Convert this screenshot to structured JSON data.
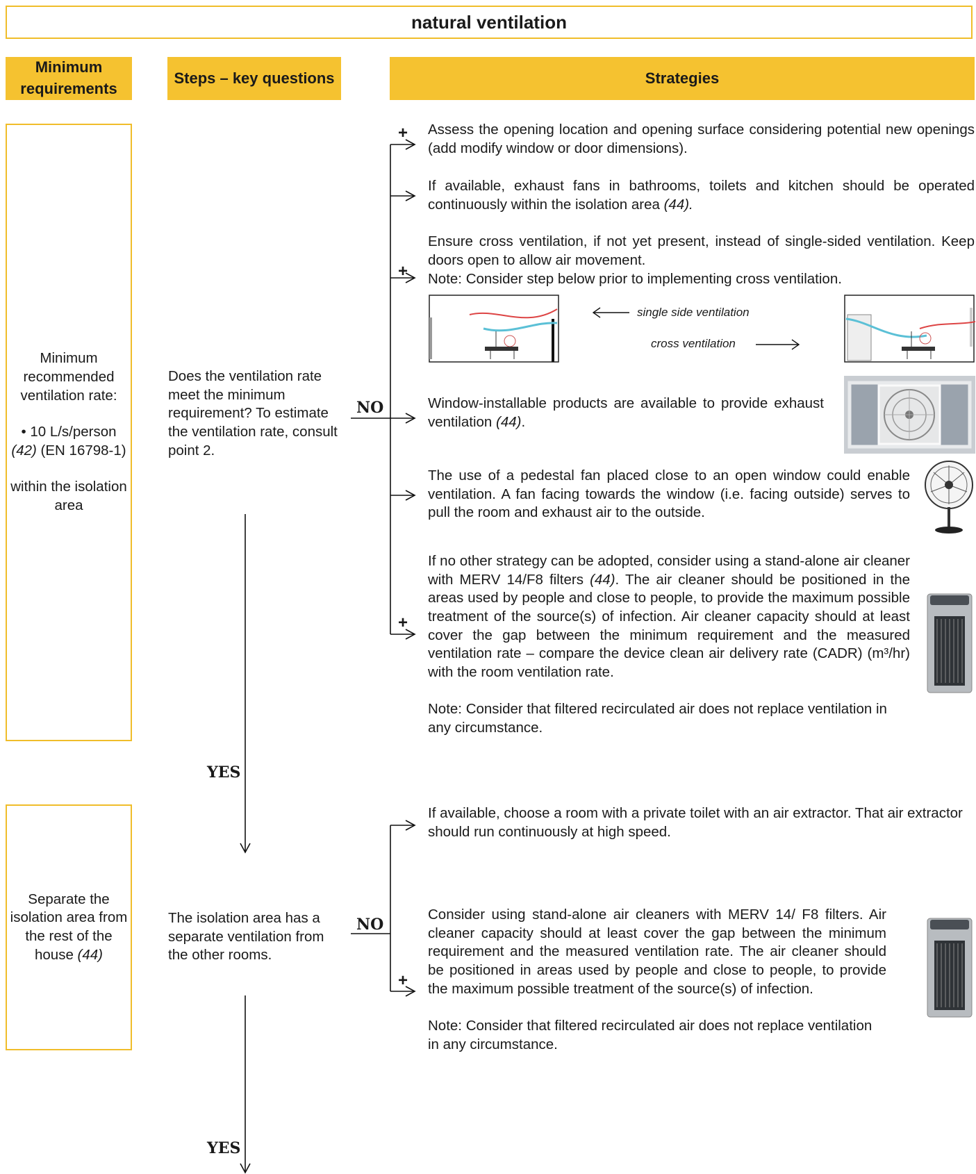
{
  "title": "natural ventilation",
  "headers": {
    "requirements": "Minimum requirements",
    "steps": "Steps – key questions",
    "strategies": "Strategies"
  },
  "section1": {
    "requirement": {
      "line1": "Minimum recommended ventilation rate:",
      "bullet_pre": "• 10 L/s/person ",
      "bullet_ref": "(42)",
      "bullet_post": " (EN 16798-1)",
      "line3": "within the isolation area"
    },
    "question": "Does the ventilation rate meet the minimum requirement? To estimate the ventilation rate, consult point 2.",
    "no_label": "NO",
    "yes_label": "YES",
    "plus": "+",
    "strategies": {
      "s1": "Assess the opening location and opening surface considering potential new openings (add modify window or door dimensions).",
      "s2_text": "If available, exhaust fans in bathrooms, toilets and kitchen should be operated continuously within the isolation area ",
      "s2_ref": "(44).",
      "s3": "Ensure cross ventilation, if not yet present, instead of single-sided ventilation. Keep doors open to allow air movement.",
      "s3_note": "Note: Consider step below prior to implementing cross ventilation.",
      "cap_single": "single side ventilation",
      "cap_cross": "cross ventilation",
      "s4_text": "Window-installable products are available to provide exhaust ventilation ",
      "s4_ref": "(44)",
      "s4_end": ".",
      "s5": "The use of a pedestal fan placed close to an open window could enable ventilation. A fan facing towards the window (i.e. facing outside) serves to pull the room and exhaust air to the outside.",
      "s6_a": "If no other strategy can be adopted, consider using a stand-alone air cleaner with MERV 14/F8 filters ",
      "s6_ref": "(44)",
      "s6_b": ". The air cleaner should be positioned in the areas used by people and close to people, to provide the maximum possible treatment of the source(s) of infection. Air cleaner capacity should at least cover the gap between the minimum requirement and the measured ventilation rate – compare the device clean air delivery rate (CADR) (m³/hr) with the room ventilation rate.",
      "s6_note": "Note: Consider that filtered recirculated air does not replace ventilation in any circumstance."
    }
  },
  "section2": {
    "requirement_text": "Separate the isolation area from the rest of the house ",
    "requirement_ref": "(44)",
    "question": "The isolation area has a separate ventilation from the other rooms.",
    "no_label": "NO",
    "yes_label": "YES",
    "plus": "+",
    "strategies": {
      "s1": "If available, choose a room with a private toilet with an air extractor. That air extractor should run continuously at high speed.",
      "s2": "Consider using stand-alone air cleaners with MERV 14/ F8 filters. Air cleaner capacity should at least cover the gap between the minimum requirement and the measured ventilation rate. The air cleaner should be positioned in areas used by people and close to people, to provide the maximum possible treatment of the source(s) of infection.",
      "s2_note": "Note: Consider that filtered recirculated air does not replace ventilation in any circumstance."
    }
  },
  "colors": {
    "accent": "#f5c230",
    "border": "#f0bd2a"
  },
  "icons": [
    "single-side-ventilation-illustration",
    "cross-ventilation-illustration",
    "window-fan-photo",
    "pedestal-fan-photo",
    "air-cleaner-photo"
  ]
}
